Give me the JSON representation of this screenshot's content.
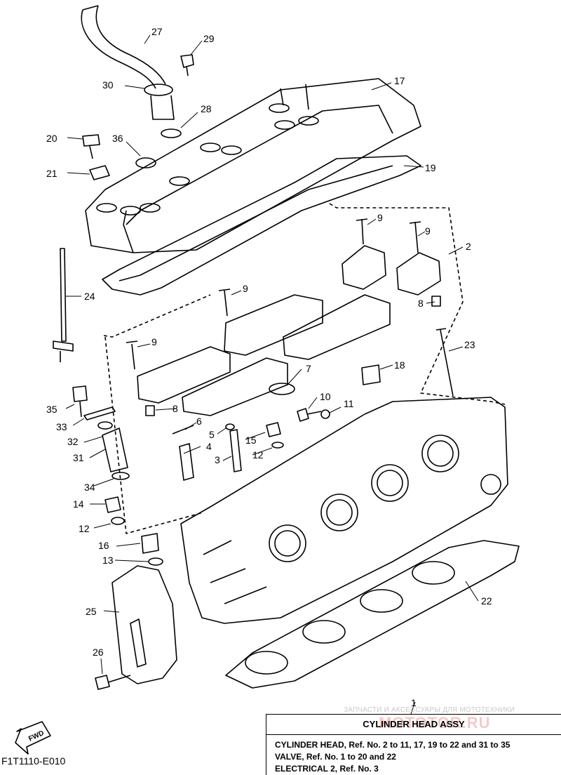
{
  "figure_code": "F1T1110-E010",
  "fwd_label": "FWD",
  "watermark": {
    "small": "ЗАПЧАСТИ И АКСЕССУАРЫ ДЛЯ МОТОТЕХНИКИ",
    "large": "MOTOTOR.RU"
  },
  "assy_ref": "1",
  "assy_box": {
    "title": "CYLINDER HEAD ASSY",
    "lines": [
      "CYLINDER HEAD, Ref. No. 2 to 11, 17, 19 to 22 and 31 to 35",
      "VALVE,  Ref. No. 1 to 20 and 22",
      "ELECTRICAL 2, Ref. No. 3"
    ]
  },
  "callouts": [
    "27",
    "29",
    "30",
    "17",
    "28",
    "20",
    "36",
    "21",
    "19",
    "9",
    "9",
    "2",
    "24",
    "9",
    "8",
    "9",
    "23",
    "18",
    "7",
    "35",
    "8",
    "10",
    "11",
    "33",
    "6",
    "32",
    "5",
    "15",
    "4",
    "31",
    "3",
    "12",
    "34",
    "14",
    "12",
    "16",
    "13",
    "22",
    "25",
    "26"
  ]
}
